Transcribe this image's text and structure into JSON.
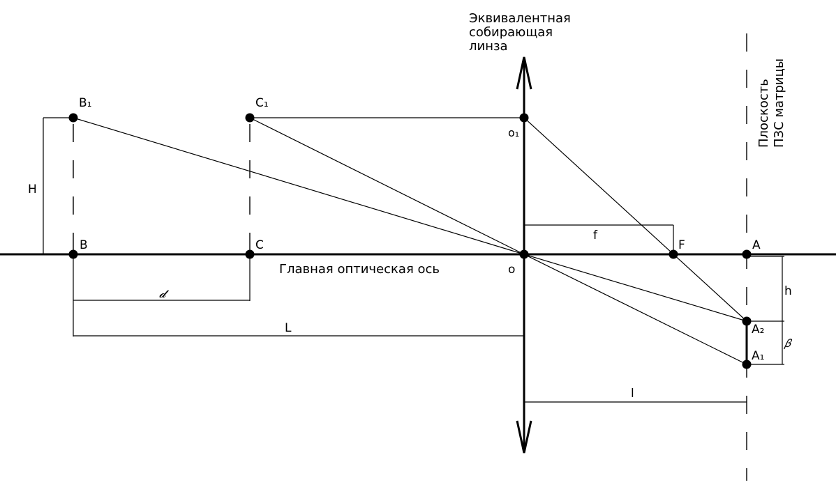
{
  "labels": {
    "lens_title_line1": "Эквивалентная",
    "lens_title_line2": "собирающая",
    "lens_title_line3": "линза",
    "sensor_plane_line1": "Плоскость",
    "sensor_plane_line2": "ПЗС матрицы",
    "main_axis": "Главная оптическая ось",
    "point_B1": "B₁",
    "point_C1": "C₁",
    "point_O1": "o₁",
    "point_B": "B",
    "point_C": "C",
    "point_O": "o",
    "point_F": "F",
    "point_A": "A",
    "point_A2": "A₂",
    "point_A1": "A₁",
    "dim_H": "H",
    "dim_f": "f",
    "dim_h": "h",
    "dim_d": "𝓭",
    "dim_L": "L",
    "dim_l": "l",
    "dim_b": "𝛽"
  }
}
